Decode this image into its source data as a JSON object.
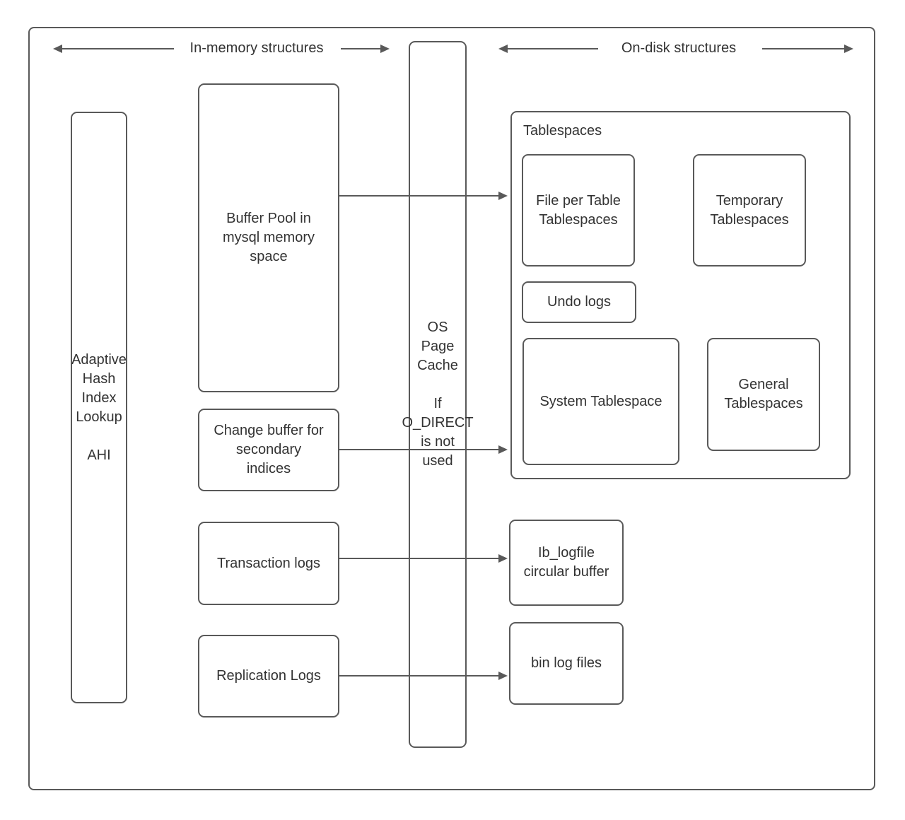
{
  "diagram": {
    "headers": {
      "in_memory": "In-memory structures",
      "on_disk": "On-disk structures"
    },
    "nodes": {
      "ahi": "Adaptive\nHash\nIndex\nLookup\n\nAHI",
      "buffer_pool": "Buffer Pool in\nmysql memory\nspace",
      "os_page_cache": "OS\nPage\nCache\n\nIf\nO_DIRECT\nis not\nused",
      "change_buffer": "Change buffer for\nsecondary\nindices",
      "transaction_logs": "Transaction logs",
      "replication_logs": "Replication Logs",
      "tablespaces_title": "Tablespaces",
      "file_per_table": "File per Table\nTablespaces",
      "temporary_tablespaces": "Temporary\nTablespaces",
      "undo_logs": "Undo logs",
      "system_tablespace": "System Tablespace",
      "general_tablespaces": "General\nTablespaces",
      "ib_logfile": "Ib_logfile\ncircular buffer",
      "bin_log_files": "bin log files"
    },
    "colors": {
      "stroke": "#595959",
      "text": "#333333",
      "background": "#ffffff"
    }
  }
}
